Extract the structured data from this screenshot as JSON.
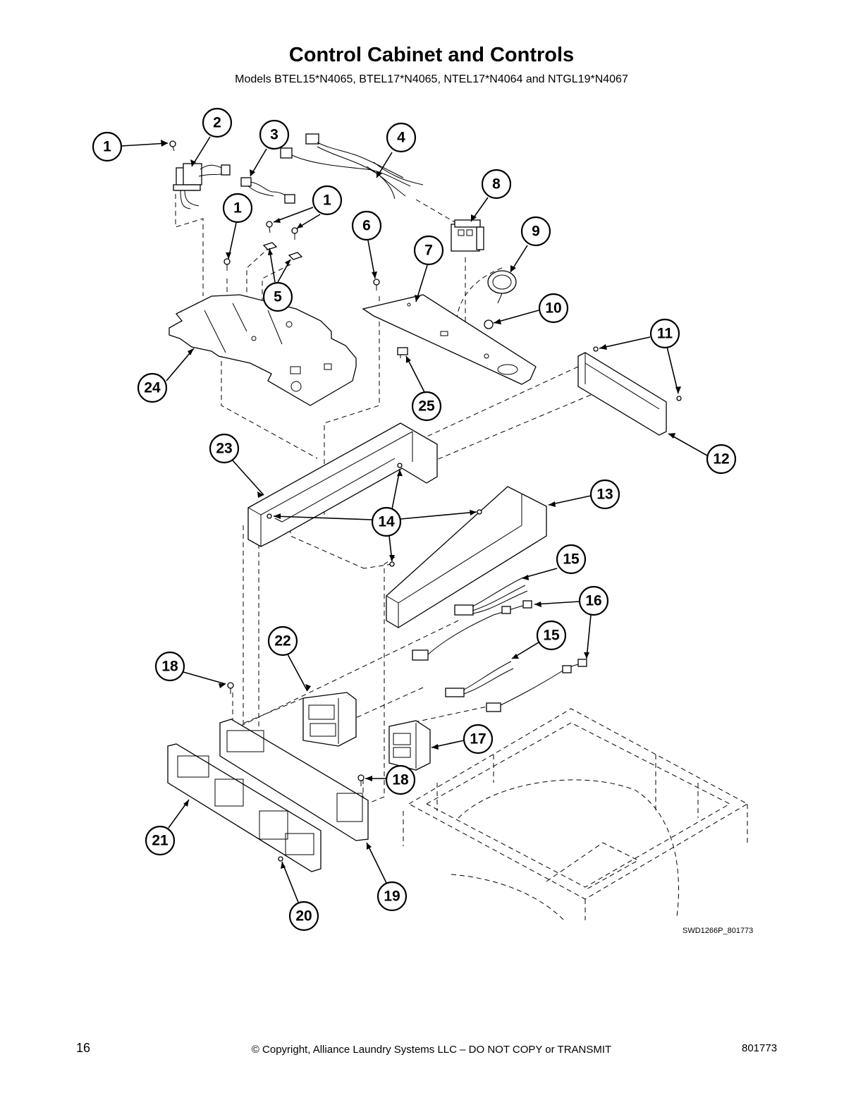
{
  "header": {
    "title": "Control Cabinet and Controls",
    "subtitle": "Models BTEL15*N4065, BTEL17*N4065, NTEL17*N4064 and NTGL19*N4067"
  },
  "diagram": {
    "drawing_code": "SWD1266P_801773",
    "callouts": [
      "1",
      "2",
      "3",
      "4",
      "1",
      "1",
      "8",
      "6",
      "7",
      "9",
      "5",
      "10",
      "11",
      "24",
      "25",
      "23",
      "12",
      "13",
      "14",
      "15",
      "16",
      "22",
      "15",
      "18",
      "17",
      "18",
      "21",
      "19",
      "20"
    ]
  },
  "footer": {
    "page_number": "16",
    "copyright": "© Copyright, Alliance Laundry Systems LLC – DO NOT COPY or TRANSMIT",
    "document_number": "801773"
  }
}
